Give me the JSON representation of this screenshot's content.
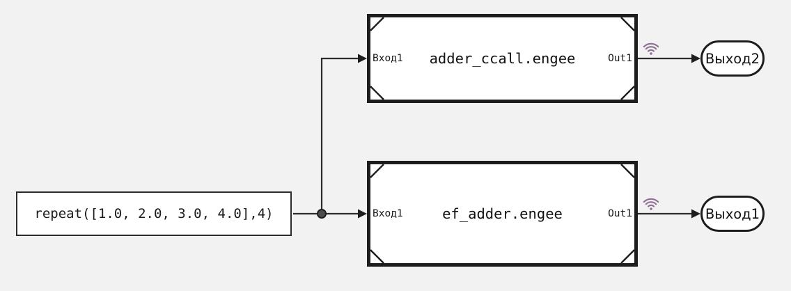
{
  "colors": {
    "background": "#f2f2f2",
    "block_fill": "#ffffff",
    "block_border": "#1d1d1d",
    "wire": "#2b2b2b",
    "text": "#1a1a1a",
    "wireless_icon": "#8f7094"
  },
  "source_block": {
    "expression": "repeat([1.0, 2.0, 3.0, 4.0],4)"
  },
  "subsystems": [
    {
      "title": "adder_ccall.engee",
      "input_port": "Вход1",
      "output_port": "Out1"
    },
    {
      "title": "ef_adder.engee",
      "input_port": "Вход1",
      "output_port": "Out1"
    }
  ],
  "outports": [
    {
      "label": "Выход2"
    },
    {
      "label": "Выход1"
    }
  ],
  "icons": [
    {
      "name": "wireless-icon",
      "meaning": "signal logging enabled"
    }
  ]
}
